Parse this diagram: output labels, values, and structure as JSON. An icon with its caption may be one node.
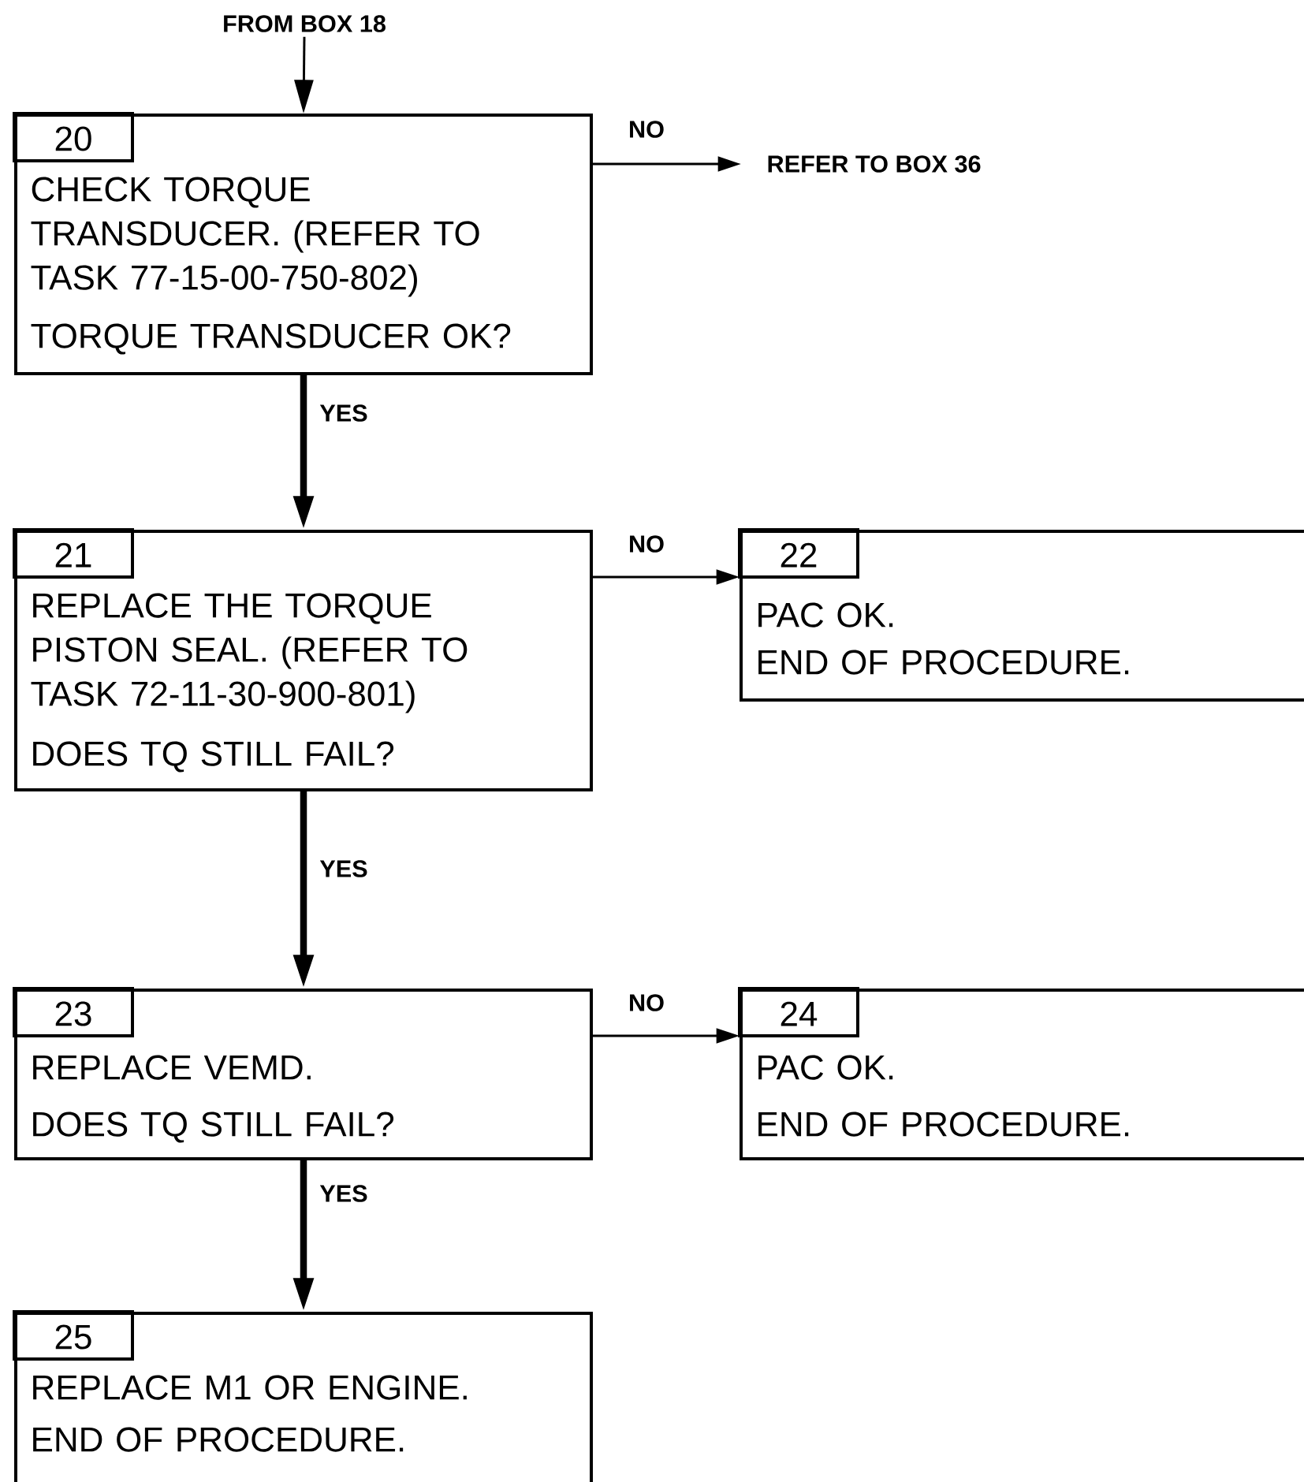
{
  "diagram": {
    "nodes": [
      {
        "text": [
          "FROM BOX 18"
        ]
      },
      {
        "text": [
          "20",
          "CHECK TORQUE TRANSDUCER. (REFER TO TASK 77-15-00-750-802)",
          "TORQUE TRANSDUCER OK?"
        ]
      },
      {
        "text": [
          "REFER TO BOX 36"
        ]
      },
      {
        "text": [
          "21",
          "REPLACE THE TORQUE PISTON SEAL. (REFER TO TASK 72-11-30-900-801)",
          "DOES TQ STILL FAIL?"
        ]
      },
      {
        "text": [
          "22",
          "PAC OK.",
          "END OF PROCEDURE."
        ]
      },
      {
        "text": [
          "23",
          "REPLACE VEMD.",
          "DOES TQ STILL FAIL?"
        ]
      },
      {
        "text": [
          "24",
          "PAC OK.",
          "END OF PROCEDURE."
        ]
      },
      {
        "text": [
          "25",
          "REPLACE M1 OR ENGINE.",
          "END OF PROCEDURE."
        ]
      }
    ],
    "edges": [
      {
        "from": 0,
        "to": 1,
        "arrow": "to"
      },
      {
        "from": 1,
        "to": 2,
        "arrow": "to",
        "label": "NO"
      },
      {
        "from": 1,
        "to": 3,
        "arrow": "to",
        "label": "YES",
        "style": "thick"
      },
      {
        "from": 3,
        "to": 4,
        "arrow": "to",
        "label": "NO"
      },
      {
        "from": 3,
        "to": 5,
        "arrow": "to",
        "label": "YES",
        "style": "thick"
      },
      {
        "from": 5,
        "to": 6,
        "arrow": "to",
        "label": "NO"
      },
      {
        "from": 5,
        "to": 7,
        "arrow": "to",
        "label": "YES",
        "style": "thick"
      }
    ]
  }
}
